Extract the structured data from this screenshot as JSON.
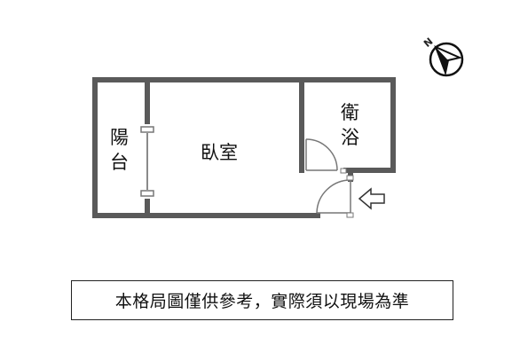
{
  "rooms": {
    "balcony_char_1": "陽",
    "balcony_char_2": "台",
    "bedroom": "臥室",
    "bathroom_char_1": "衛",
    "bathroom_char_2": "浴"
  },
  "compass": {
    "north_label": "N"
  },
  "entrance": {
    "icon": "entry-arrow-icon"
  },
  "disclaimer": "本格局圖僅供參考，實際須以現場為準",
  "colors": {
    "wall": "#5a5a5a",
    "door": "#777777",
    "text": "#111111"
  }
}
